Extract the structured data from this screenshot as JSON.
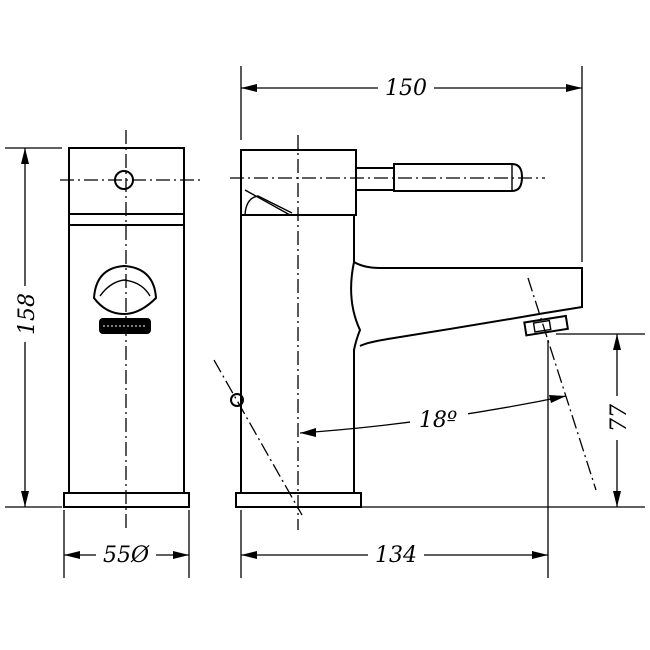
{
  "dimensions": {
    "overall_length": "150",
    "height": "158",
    "base_diameter": "55Ø",
    "spout_reach": "134",
    "spout_clearance": "77",
    "spout_angle": "18º"
  }
}
